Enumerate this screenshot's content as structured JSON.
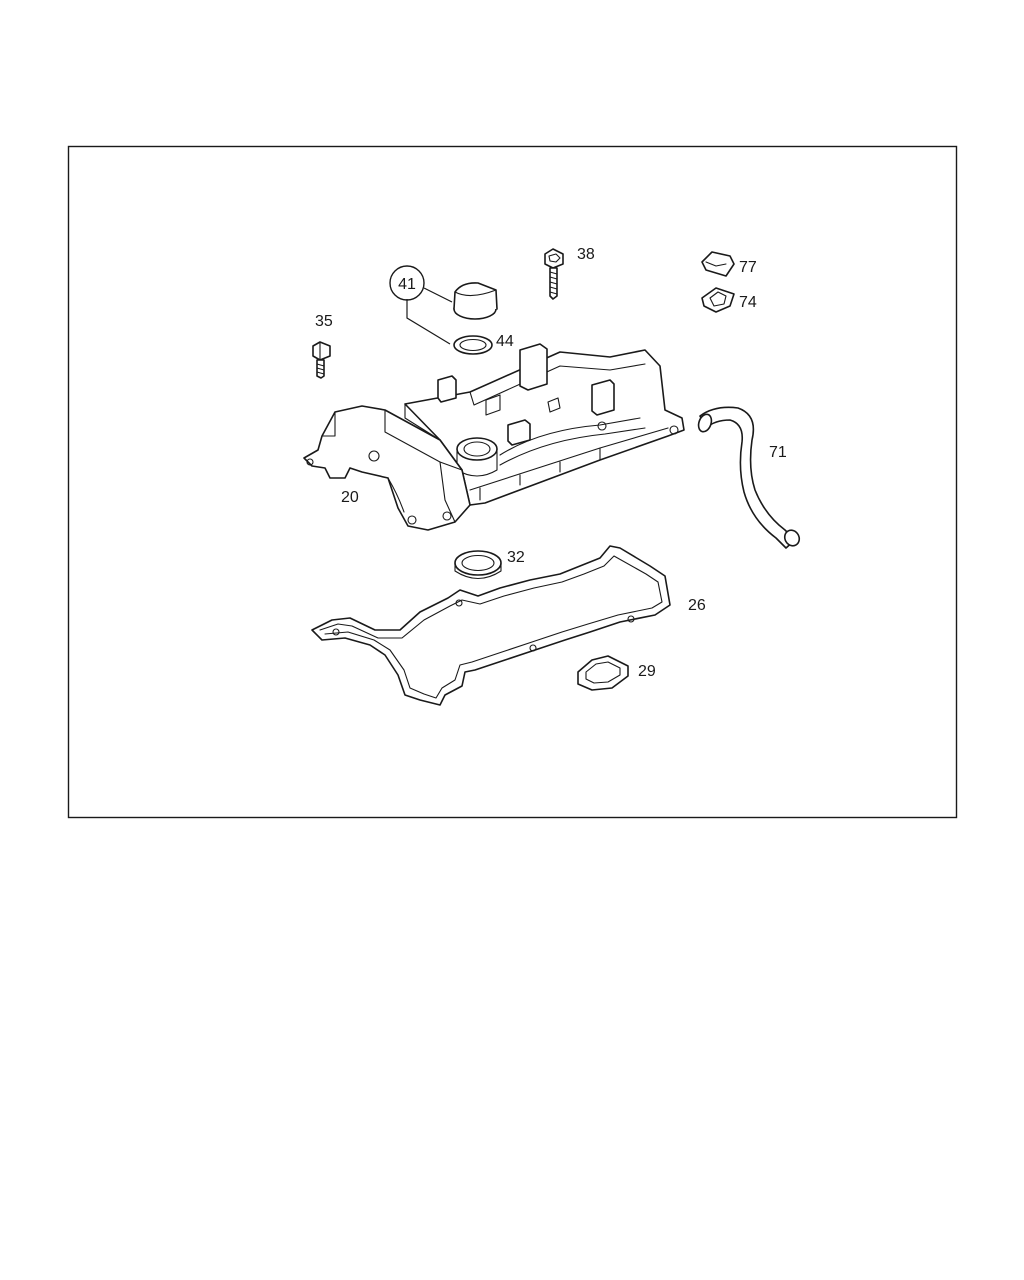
{
  "callouts": {
    "p20": "20",
    "p26": "26",
    "p29": "29",
    "p32": "32",
    "p35": "35",
    "p38": "38",
    "p41": "41",
    "p44": "44",
    "p71": "71",
    "p74": "74",
    "p77": "77"
  },
  "colors": {
    "line": "#1a1a1a",
    "background": "#ffffff"
  }
}
